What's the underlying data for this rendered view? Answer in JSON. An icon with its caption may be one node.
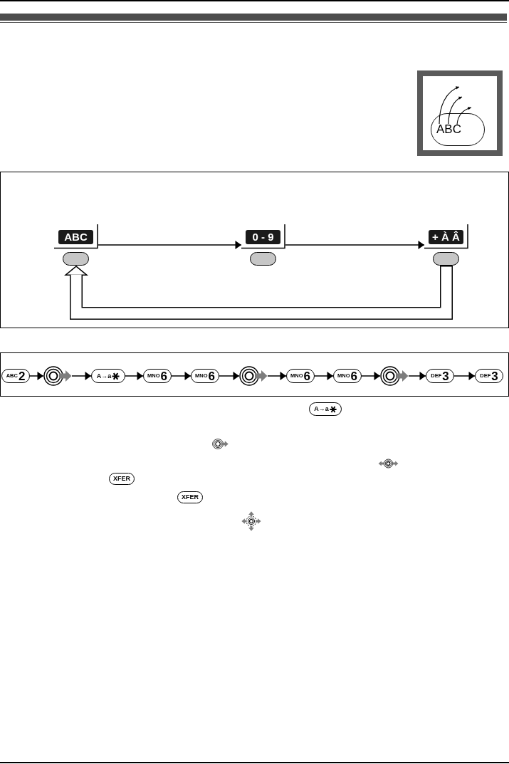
{
  "diagram": {
    "nodes": [
      {
        "text": [],
        "shape": "box"
      },
      {
        "text": [
          "ABC"
        ],
        "in": 0
      },
      {
        "text": [],
        "shape": "box"
      },
      {
        "text": [
          "ABC"
        ],
        "in": 2
      },
      {
        "text": [
          "0 - 9"
        ],
        "in": 2
      },
      {
        "text": [
          "+ À Â"
        ],
        "in": 2
      },
      {
        "text": [],
        "shape": "box"
      },
      {
        "text": [
          "ABC",
          "2"
        ],
        "in": 6
      },
      {
        "text": [],
        "shape": "picture",
        "in": 6
      },
      {
        "text": [
          "A→a"
        ],
        "in": 6
      },
      {
        "text": [
          "MNO",
          "6"
        ],
        "in": 6
      },
      {
        "text": [
          "MNO",
          "6"
        ],
        "in": 6
      },
      {
        "text": [],
        "shape": "picture",
        "in": 6
      },
      {
        "text": [
          "MNO",
          "6"
        ],
        "in": 6
      },
      {
        "text": [
          "MNO",
          "6"
        ],
        "in": 6
      },
      {
        "text": [],
        "shape": "picture",
        "in": 6
      },
      {
        "text": [
          "DEF",
          "3"
        ],
        "in": 6
      },
      {
        "text": [
          "DEF",
          "3"
        ],
        "in": 6
      },
      {
        "text": [
          "A→a"
        ]
      },
      {
        "text": [
          "XFER"
        ]
      },
      {
        "text": [
          "XFER"
        ]
      }
    ],
    "edges": [
      {
        "from": 3,
        "to": 4,
        "arrow": "to"
      },
      {
        "from": 4,
        "to": 5,
        "arrow": "to"
      },
      {
        "from": 5,
        "to": 3,
        "arrow": "to",
        "style": "thick"
      },
      {
        "from": 7,
        "to": 8,
        "arrow": "to"
      },
      {
        "from": 8,
        "to": 9,
        "arrow": "to"
      },
      {
        "from": 9,
        "to": 10,
        "arrow": "to"
      },
      {
        "from": 10,
        "to": 11,
        "arrow": "to"
      },
      {
        "from": 11,
        "to": 12,
        "arrow": "to"
      },
      {
        "from": 12,
        "to": 13,
        "arrow": "to"
      },
      {
        "from": 13,
        "to": 14,
        "arrow": "to"
      },
      {
        "from": 14,
        "to": 15,
        "arrow": "to"
      },
      {
        "from": 15,
        "to": 16,
        "arrow": "to"
      },
      {
        "from": 16,
        "to": 17,
        "arrow": "to"
      }
    ]
  }
}
